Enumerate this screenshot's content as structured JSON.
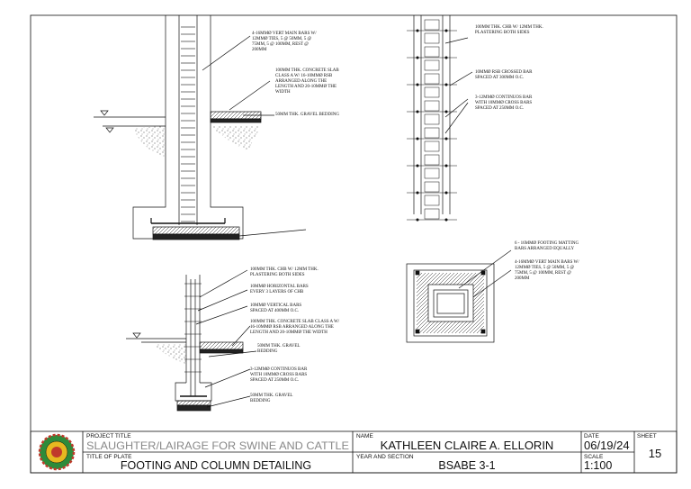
{
  "colors": {
    "line": "#111111",
    "paper": "#ffffff",
    "logo_green": "#2e8b3a",
    "logo_red": "#c0392b",
    "logo_yellow": "#e6b820"
  },
  "icons": {
    "logo": "university-seal-logo"
  },
  "notes": {
    "footing_section": [
      [
        "4-16MMØ VERT MAIN BARS W/",
        "12MMØ TIES, 5 @ 50MM, 5 @",
        "75MM, 5 @ 100MM, REST @",
        "200MM"
      ],
      [
        "100MM THK. CONCRETE SLAB",
        "CLASS A W/ 16-10MMØ RSB",
        "ARRANGED ALONG THE",
        "LENGTH AND 20-10MMØ THE",
        "WIDTH"
      ],
      [
        "50MM THK. GRAVEL BEDDING"
      ]
    ],
    "chb_wall": [
      [
        "100MM THK. CHB W/ 12MM THK.",
        "PLASTERING BOTH SIDES"
      ],
      [
        "10MMØ RSB CROSSED BAR",
        "SPACED AT 300MM O.C."
      ],
      [
        "3-12MMØ CONTINUOS BAR",
        "WITH 10MMØ CROSS BARS",
        "SPACED AT 250MM O.C."
      ]
    ],
    "wall_footing": [
      [
        "100MM THK. CHB W/ 12MM THK.",
        "PLASTERING BOTH SIDES"
      ],
      [
        "10MMØ HORIZONTAL BARS",
        "EVERY 3 LAYERS OF CHB"
      ],
      [
        "10MMØ VERTICAL BARS",
        "SPACED AT 400MM O.C."
      ],
      [
        "100MM THK. CONCRETE SLAB CLASS A W/",
        "16-10MMØ RSB ARRANGED ALONG THE",
        "LENGTH AND 20-10MMØ THE WIDTH"
      ],
      [
        "50MM THK. GRAVEL",
        "BEDDING"
      ],
      [
        "3-12MMØ CONTINUOS BAR",
        "WITH 10MMØ CROSS BARS",
        "SPACED AT 250MM O.C."
      ],
      [
        "50MM THK. GRAVEL",
        "BEDDING"
      ]
    ],
    "footing_plan": [
      [
        "6 - 16MMØ FOOTING MATTING",
        "BARS ARRANGED EQUALLY"
      ],
      [
        "4-16MMØ VERT MAIN BARS W/",
        "12MMØ TIES, 5 @ 50MM, 5 @",
        "75MM, 5 @ 100MM, REST @",
        "200MM"
      ]
    ]
  },
  "title_block": {
    "project_title_label": "PROJECT TITLE",
    "project_title": "SLAUGHTER/LAIRAGE FOR SWINE AND CATTLE",
    "plate_title_label": "TITLE OF PLATE",
    "plate_title": "FOOTING AND COLUMN DETAILING",
    "name_label": "NAME",
    "name": "KATHLEEN CLAIRE A. ELLORIN",
    "year_section_label": "YEAR AND SECTION",
    "year_section": "BSABE 3-1",
    "date_label": "DATE",
    "date": "06/19/24",
    "scale_label": "SCALE",
    "scale": "1:100",
    "sheet_label": "SHEET",
    "sheet": "15"
  }
}
